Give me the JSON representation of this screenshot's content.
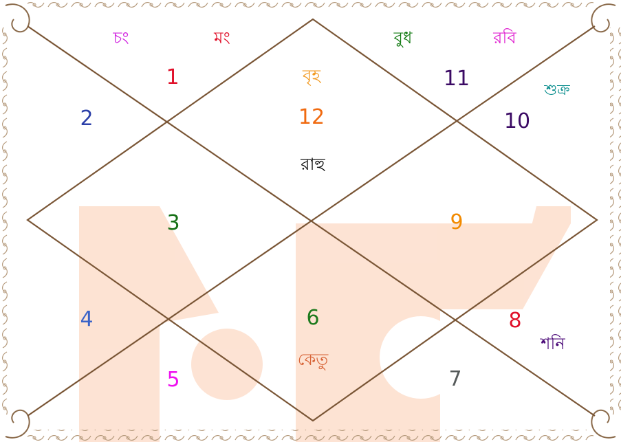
{
  "colors": {
    "border": "#8a6a4a",
    "lines": "#7a5636",
    "watermark": "#fde0cf"
  },
  "houses": [
    {
      "label": "1",
      "color": "#e0102a"
    },
    {
      "label": "2",
      "color": "#2b3fa8"
    },
    {
      "label": "3",
      "color": "#167016"
    },
    {
      "label": "4",
      "color": "#3a63c8"
    },
    {
      "label": "5",
      "color": "#ef10ef"
    },
    {
      "label": "6",
      "color": "#1d7a1d"
    },
    {
      "label": "7",
      "color": "#555a5a"
    },
    {
      "label": "8",
      "color": "#e0102a"
    },
    {
      "label": "9",
      "color": "#f28a00"
    },
    {
      "label": "10",
      "color": "#3b0a64"
    },
    {
      "label": "11",
      "color": "#3b0a64"
    },
    {
      "label": "12",
      "color": "#f06a10"
    }
  ],
  "planets": [
    {
      "name": "চং",
      "color": "#d020e0"
    },
    {
      "name": "মং",
      "color": "#e0102a"
    },
    {
      "name": "বৃহ",
      "color": "#f29a20"
    },
    {
      "name": "রাহু",
      "color": "#000000"
    },
    {
      "name": "বুধ",
      "color": "#127a12"
    },
    {
      "name": "রবি",
      "color": "#e020d0"
    },
    {
      "name": "শুক্র",
      "color": "#0d8f8f"
    },
    {
      "name": "কেতু",
      "color": "#d8663a"
    },
    {
      "name": "শনি",
      "color": "#4b0a78"
    }
  ]
}
